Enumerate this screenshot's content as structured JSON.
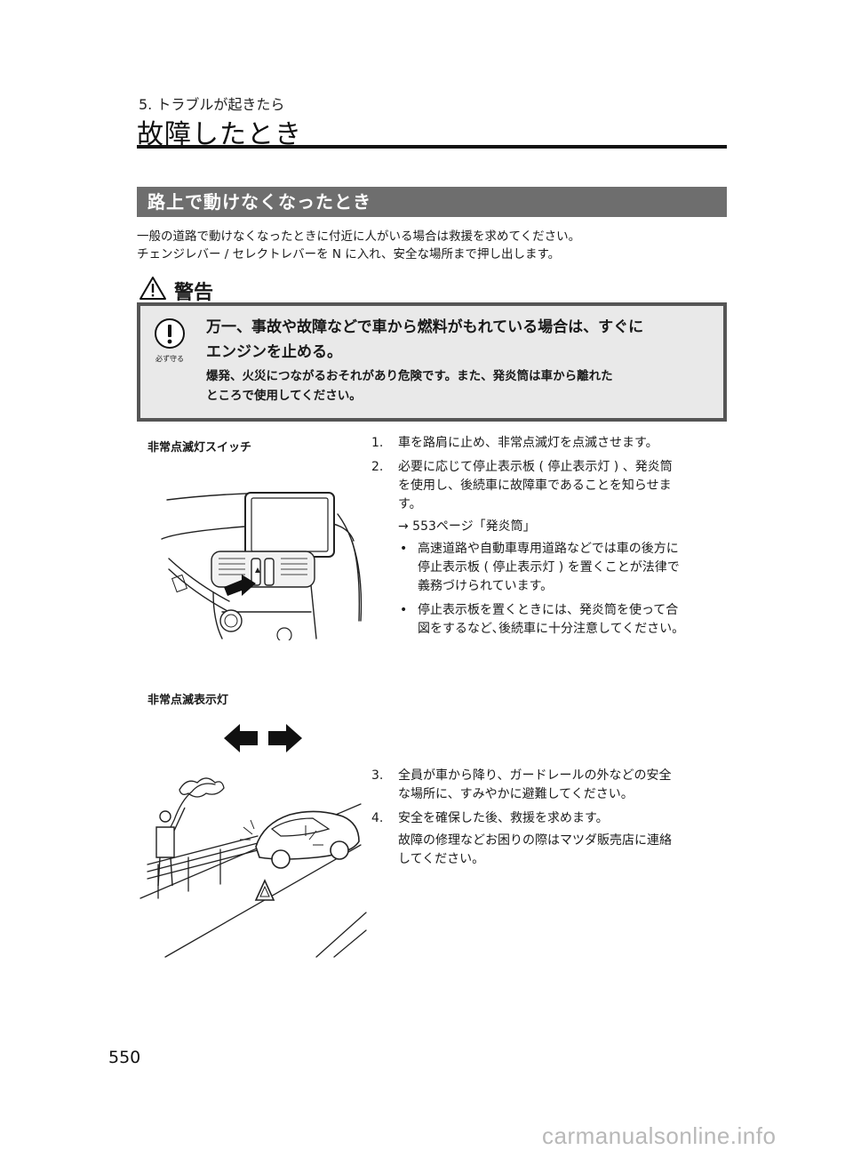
{
  "header": {
    "chapter": "5. トラブルが起きたら",
    "title": "故障したとき"
  },
  "section": {
    "title": "路上で動けなくなったとき",
    "intro": [
      "一般の道路で動けなくなったときに付近に人がいる場合は救援を求めてください。",
      "チェンジレバー / セレクトレバーを N に入れ、安全な場所まで押し出します。"
    ]
  },
  "warning": {
    "label": "警告",
    "must_label": "必ず守る",
    "main": [
      "万一、事故や故障などで車から燃料がもれている場合は、すぐに",
      "エンジンを止める。"
    ],
    "sub": [
      "爆発、火災につながるおそれがあり危険です。また、発炎筒は車から離れた",
      "ところで使用してください。"
    ]
  },
  "figures": {
    "hazard_switch_caption": "非常点滅灯スイッチ",
    "hazard_lamp_caption": "非常点滅表示灯"
  },
  "steps": [
    {
      "num": "1.",
      "text": "車を路肩に止め、非常点滅灯を点滅させます。"
    },
    {
      "num": "2.",
      "lines": [
        "必要に応じて停止表示板 ( 停止表示灯 ) 、発炎筒",
        "を使用し、後続車に故障車であることを知らせま",
        "す。"
      ],
      "ref": "→ 553ページ「発炎筒」",
      "bullets": [
        [
          "高速道路や自動車専用道路などでは車の後方に",
          "停止表示板 ( 停止表示灯 ) を置くことが法律で",
          "義務づけられています。"
        ],
        [
          "停止表示板を置くときには、発炎筒を使って合",
          "図をするなど､後続車に十分注意してください。"
        ]
      ]
    },
    {
      "num": "3.",
      "lines": [
        "全員が車から降り、ガードレールの外などの安全",
        "な場所に、すみやかに避難してください。"
      ]
    },
    {
      "num": "4.",
      "text": "安全を確保した後、救援を求めます。",
      "note": [
        "故障の修理などお困りの際はマツダ販売店に連絡",
        "してください。"
      ]
    }
  ],
  "bullet_char": "•",
  "page_number": "550",
  "watermark": "carmanualsonline.info",
  "colors": {
    "section_bar": "#6e6e6e",
    "warn_box_bg": "#e9e9e9",
    "warn_border": "#555555"
  },
  "icons": [
    "warning-triangle-icon",
    "exclamation-circle-icon",
    "arrow-left-icon",
    "arrow-right-icon"
  ]
}
